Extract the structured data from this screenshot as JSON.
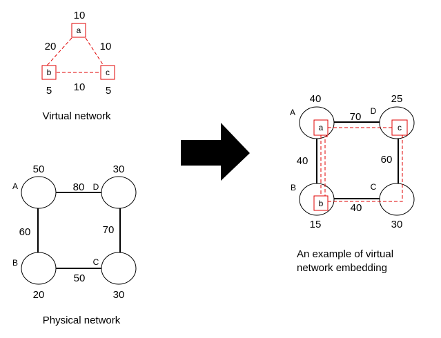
{
  "virtual": {
    "caption": "Virtual network",
    "nodes": {
      "a": {
        "name": "a",
        "weight": "10"
      },
      "b": {
        "name": "b",
        "weight": "5"
      },
      "c": {
        "name": "c",
        "weight": "5"
      }
    },
    "links": {
      "ab": "20",
      "ac": "10",
      "bc": "10"
    }
  },
  "physical": {
    "caption": "Physical network",
    "nodes": {
      "A": {
        "name": "A",
        "weight": "50"
      },
      "B": {
        "name": "B",
        "weight": "20"
      },
      "C": {
        "name": "C",
        "weight": "30"
      },
      "D": {
        "name": "D",
        "weight": "30"
      }
    },
    "links": {
      "AD": "80",
      "AB": "60",
      "DC": "70",
      "BC": "50"
    }
  },
  "embedding": {
    "caption_line1": "An example of virtual",
    "caption_line2": "network embedding",
    "nodes": {
      "A": {
        "name": "A",
        "weight": "40"
      },
      "B": {
        "name": "B",
        "weight": "15"
      },
      "C": {
        "name": "C",
        "weight": "30"
      },
      "D": {
        "name": "D",
        "weight": "25"
      }
    },
    "virtual_nodes": {
      "a": "a",
      "b": "b",
      "c": "c"
    },
    "links": {
      "AD": "70",
      "AB": "40",
      "DC": "60",
      "BC": "40"
    }
  },
  "colors": {
    "virtual": "#e00000",
    "physical": "#000000",
    "arrow": "#000000"
  },
  "arrow": {
    "direction": "right"
  }
}
